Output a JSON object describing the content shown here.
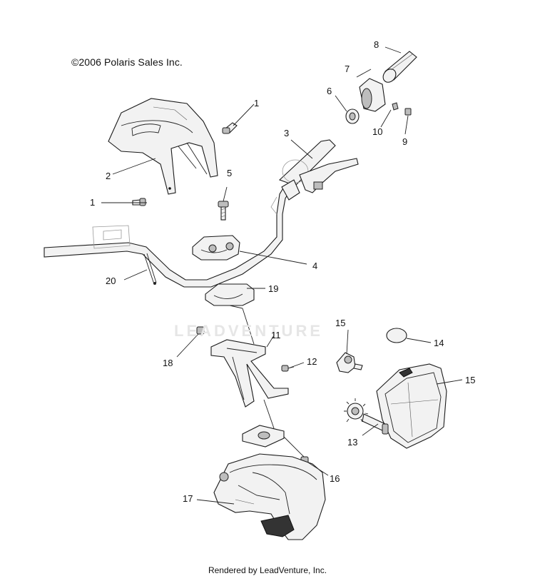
{
  "copyright": "©2006 Polaris Sales Inc.",
  "watermark": "LEADVENTURE",
  "footer": "Rendered by LeadVenture, Inc.",
  "callouts": {
    "c1a": "1",
    "c1b": "1",
    "c2": "2",
    "c3": "3",
    "c4": "4",
    "c5": "5",
    "c6": "6",
    "c7": "7",
    "c8": "8",
    "c9": "9",
    "c10": "10",
    "c11": "11",
    "c12": "12",
    "c13": "13",
    "c14": "14",
    "c15a": "15",
    "c15b": "15",
    "c16": "16",
    "c17": "17",
    "c18": "18",
    "c19": "19",
    "c20": "20"
  }
}
